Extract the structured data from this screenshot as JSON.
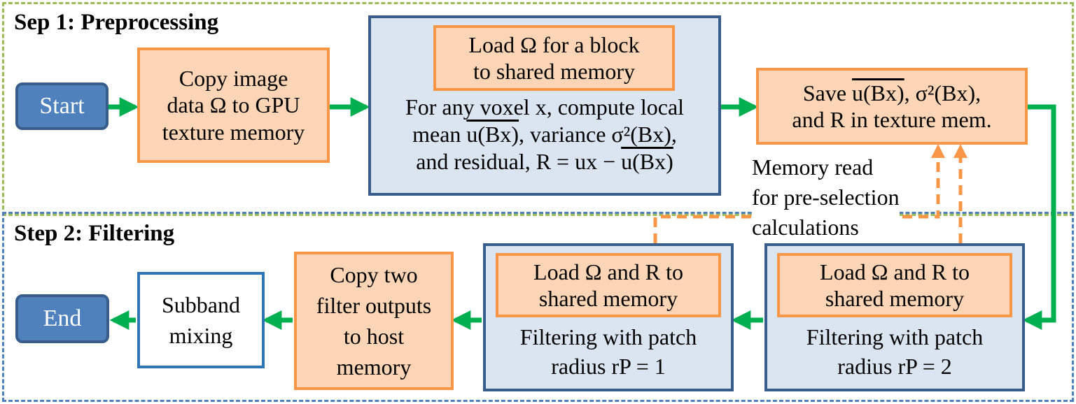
{
  "sections": {
    "step1_label": "Sep 1: Preprocessing",
    "step2_label": "Step 2: Filtering"
  },
  "nodes": {
    "start": "Start",
    "end": "End",
    "copy_image": [
      "Copy image",
      "data Ω  to GPU",
      "texture memory"
    ],
    "load_block": [
      "Load Ω for a block",
      "to shared memory"
    ],
    "compute": {
      "line1": "For any voxel x, compute local",
      "line2_a": "mean ",
      "line2_b": "u(Bx)",
      "line2_c": ", variance σ²(Bx),",
      "line3_a": "and residual, R = ux − ",
      "line3_b": "u(Bx)"
    },
    "save": {
      "line1_a": "Save ",
      "line1_b": "u(Bx)",
      "line1_c": ", σ²(Bx),",
      "line2": "and R in texture mem."
    },
    "memory_read": [
      "Memory read",
      "for pre-selection",
      "calculations"
    ],
    "load_r2": [
      "Load Ω and R to",
      "shared memory"
    ],
    "filter_r2": [
      "Filtering with patch",
      "radius rP = 2"
    ],
    "load_r1": [
      "Load Ω and R to",
      "shared memory"
    ],
    "filter_r1": [
      "Filtering with patch",
      "radius rP = 1"
    ],
    "copy_out": [
      "Copy two",
      "filter outputs",
      "to host",
      "memory"
    ],
    "subband": [
      "Subband",
      "mixing"
    ]
  },
  "colors": {
    "step1_border": "#9bbb59",
    "step2_border": "#4f81bd",
    "arrow": "#00b050",
    "dashed_arrow": "#f79646",
    "orange_fill": "#fbd5b5",
    "blue_fill": "#dbe5f1",
    "pill_fill": "#4f81bd"
  }
}
